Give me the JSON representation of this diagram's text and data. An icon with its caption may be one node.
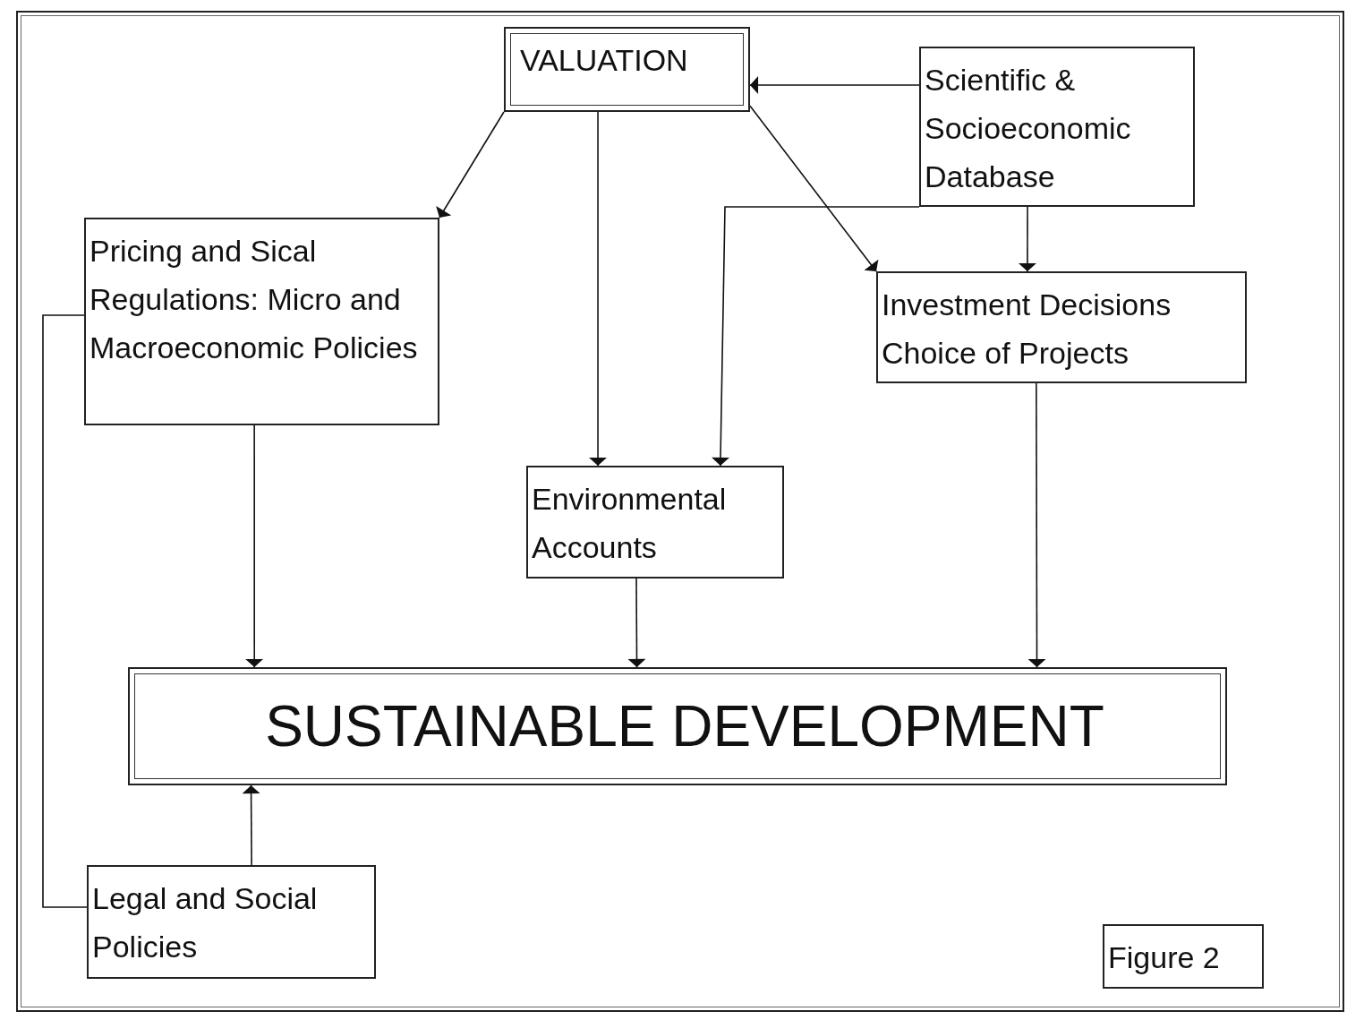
{
  "diagram": {
    "nodes": [
      {
        "text": [
          "VALUATION"
        ]
      },
      {
        "text": [
          "Scientific & Socioeconomic Database"
        ]
      },
      {
        "text": [
          "Pricing and Sical Regulations: Micro and Macroeconomic Policies"
        ]
      },
      {
        "text": [
          "Investment Decisions Choice of Projects"
        ]
      },
      {
        "text": [
          "Environmental Accounts"
        ]
      },
      {
        "text": [
          "SUSTAINABLE DEVELOPMENT"
        ]
      },
      {
        "text": [
          "Legal and Social Policies"
        ]
      },
      {
        "text": [
          "Figure 2"
        ]
      }
    ],
    "edges": [
      {
        "from": 1,
        "to": 0,
        "arrow": "to"
      },
      {
        "from": 0,
        "to": 2,
        "arrow": "to"
      },
      {
        "from": 0,
        "to": 4,
        "arrow": "to"
      },
      {
        "from": 0,
        "to": 3,
        "arrow": "to"
      },
      {
        "from": 1,
        "to": 4,
        "arrow": "to"
      },
      {
        "from": 1,
        "to": 3,
        "arrow": "to"
      },
      {
        "from": 2,
        "to": 5,
        "arrow": "to"
      },
      {
        "from": 4,
        "to": 5,
        "arrow": "to"
      },
      {
        "from": 3,
        "to": 5,
        "arrow": "to"
      },
      {
        "from": 6,
        "to": 5,
        "arrow": "to"
      },
      {
        "from": 2,
        "to": 6,
        "arrow": "none"
      }
    ]
  }
}
